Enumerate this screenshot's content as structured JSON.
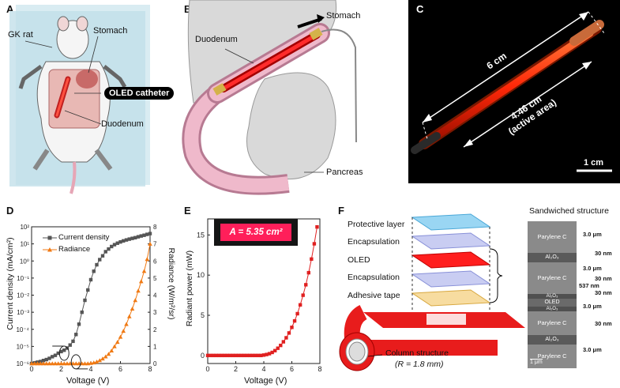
{
  "figure": {
    "panels": {
      "A": {
        "label": "A",
        "texts": {
          "gk_rat": "GK rat",
          "stomach": "Stomach",
          "oled_catheter": "OLED catheter",
          "duodenum": "Duodenum"
        }
      },
      "B": {
        "label": "B",
        "texts": {
          "duodenum": "Duodenum",
          "stomach": "Stomach",
          "pancreas": "Pancreas"
        }
      },
      "C": {
        "label": "C",
        "texts": {
          "length": "6 cm",
          "active_length": "4.46 cm",
          "active_area": "(active area)",
          "scale_bar": "1 cm"
        },
        "colors": {
          "background": "#000000",
          "glow": "#ff3b10"
        }
      },
      "D": {
        "label": "D",
        "chart_data": {
          "type": "line",
          "xlabel": "Voltage (V)",
          "ylabel_left": "Current density (mA/cm²)",
          "ylabel_right": "Radiance (W/m²/sr)",
          "xlim": [
            0,
            8
          ],
          "ylim_left_log10": [
            -6,
            2
          ],
          "ylim_right": [
            0,
            8
          ],
          "x_ticks": [
            "0",
            "2",
            "4",
            "6",
            "8"
          ],
          "y_ticks_left": [
            "10⁻⁶",
            "10⁻⁵",
            "10⁻⁴",
            "10⁻³",
            "10⁻²",
            "10⁻¹",
            "10⁰",
            "10¹",
            "10²"
          ],
          "y_ticks_right": [
            "0",
            "1",
            "2",
            "3",
            "4",
            "5",
            "6",
            "7",
            "8"
          ],
          "legend_position": "top-left",
          "series": [
            {
              "name": "Current density",
              "axis": "left",
              "marker": "square",
              "color": "#555555",
              "x": [
                0,
                0.2,
                0.4,
                0.6,
                0.8,
                1.0,
                1.2,
                1.4,
                1.6,
                1.8,
                2.0,
                2.2,
                2.4,
                2.6,
                2.8,
                3.0,
                3.2,
                3.4,
                3.6,
                3.8,
                4.0,
                4.2,
                4.4,
                4.6,
                4.8,
                5.0,
                5.2,
                5.4,
                5.6,
                5.8,
                6.0,
                6.2,
                6.4,
                6.6,
                6.8,
                7.0,
                7.2,
                7.4,
                7.6,
                7.8,
                8.0
              ],
              "y": [
                1e-06,
                1.1e-06,
                1.2e-06,
                1.3e-06,
                1.5e-06,
                1.7e-06,
                2e-06,
                2.5e-06,
                3e-06,
                4e-06,
                5e-06,
                6e-06,
                8e-06,
                1.2e-05,
                2e-05,
                5e-05,
                0.0002,
                0.001,
                0.005,
                0.02,
                0.08,
                0.25,
                0.6,
                1.2,
                2,
                3.5,
                5,
                7,
                9,
                11,
                13,
                15,
                17,
                19,
                21,
                23,
                26,
                29,
                32,
                36,
                40
              ]
            },
            {
              "name": "Radiance",
              "axis": "right",
              "marker": "triangle",
              "color": "#f07a14",
              "x": [
                0,
                0.2,
                0.4,
                0.6,
                0.8,
                1.0,
                1.2,
                1.4,
                1.6,
                1.8,
                2.0,
                2.2,
                2.4,
                2.6,
                2.8,
                3.0,
                3.2,
                3.4,
                3.6,
                3.8,
                4.0,
                4.2,
                4.4,
                4.6,
                4.8,
                5.0,
                5.2,
                5.4,
                5.6,
                5.8,
                6.0,
                6.2,
                6.4,
                6.6,
                6.8,
                7.0,
                7.2,
                7.4,
                7.6,
                7.8,
                8.0
              ],
              "y": [
                0,
                0,
                0,
                0,
                0,
                0,
                0,
                0,
                0,
                0,
                0,
                0,
                0,
                0,
                0,
                0,
                0,
                0,
                0,
                0,
                0.02,
                0.05,
                0.1,
                0.18,
                0.28,
                0.4,
                0.55,
                0.75,
                1.0,
                1.25,
                1.55,
                1.9,
                2.3,
                2.75,
                3.2,
                3.7,
                4.25,
                4.8,
                5.4,
                6.1,
                7.0
              ]
            }
          ]
        }
      },
      "E": {
        "label": "E",
        "inset_text": "A = 5.35 cm²",
        "chart_data": {
          "type": "line",
          "xlabel": "Voltage (V)",
          "ylabel": "Radiant power (mW)",
          "xlim": [
            0,
            8
          ],
          "ylim": [
            -1,
            17
          ],
          "x_ticks": [
            "0",
            "2",
            "4",
            "6",
            "8"
          ],
          "y_ticks": [
            "0",
            "5",
            "10",
            "15"
          ],
          "series": [
            {
              "marker": "square",
              "color": "#e02020",
              "x": [
                0,
                0.2,
                0.4,
                0.6,
                0.8,
                1.0,
                1.2,
                1.4,
                1.6,
                1.8,
                2.0,
                2.2,
                2.4,
                2.6,
                2.8,
                3.0,
                3.2,
                3.4,
                3.6,
                3.8,
                4.0,
                4.2,
                4.4,
                4.6,
                4.8,
                5.0,
                5.2,
                5.4,
                5.6,
                5.8,
                6.0,
                6.2,
                6.4,
                6.6,
                6.8,
                7.0,
                7.2,
                7.4,
                7.6,
                7.8
              ],
              "y": [
                0,
                0,
                0,
                0,
                0,
                0,
                0,
                0,
                0,
                0,
                0,
                0,
                0,
                0,
                0,
                0,
                0,
                0,
                0,
                0,
                0.05,
                0.12,
                0.22,
                0.38,
                0.6,
                0.9,
                1.25,
                1.7,
                2.2,
                2.8,
                3.5,
                4.3,
                5.2,
                6.3,
                7.5,
                8.8,
                10.3,
                12,
                13.9,
                16
              ]
            }
          ]
        }
      },
      "F": {
        "label": "F",
        "layers": [
          "Protective layer",
          "Encapsulation",
          "OLED",
          "Encapsulation",
          "Adhesive tape"
        ],
        "column_label": "Column structure",
        "column_radius": "(R = 1.8 mm)",
        "stack_title": "Sandwiched structure",
        "stack": [
          {
            "name": "Parylene C",
            "thickness": "3.0 μm"
          },
          {
            "name": "Al₂O₃",
            "thickness": "30 nm"
          },
          {
            "name": "Parylene C",
            "thickness": "3.0 μm"
          },
          {
            "name": "Al₂O₃",
            "thickness": "30 nm"
          },
          {
            "name": "OLED",
            "thickness": "537 nm"
          },
          {
            "name": "Al₂O₃",
            "thickness": "30 nm"
          },
          {
            "name": "Parylene C",
            "thickness": "3.0 μm"
          },
          {
            "name": "Al₂O₃",
            "thickness": "30 nm"
          },
          {
            "name": "Parylene C",
            "thickness": "3.0 μm"
          }
        ],
        "scale_bar": "1 μm"
      }
    }
  }
}
